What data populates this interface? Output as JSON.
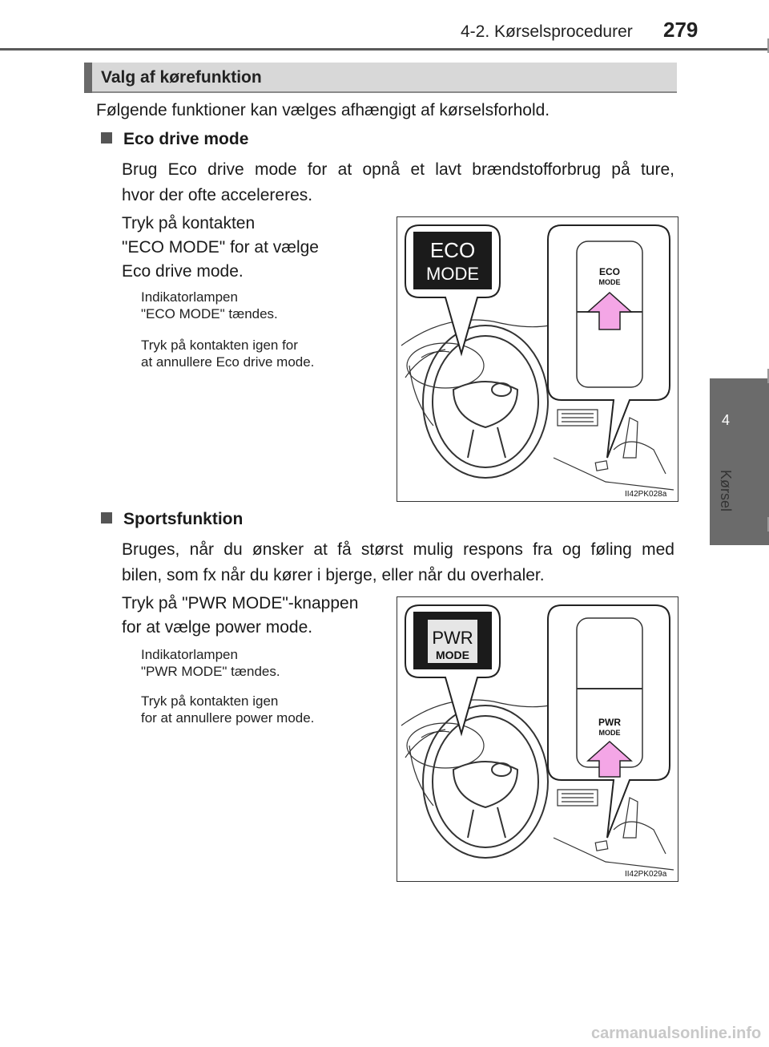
{
  "header": {
    "section": "4-2. Kørselsprocedurer",
    "page_number": "279"
  },
  "side_tab": {
    "number": "4",
    "label": "Kørsel"
  },
  "section_heading": "Valg af kørefunktion",
  "intro": "Følgende funktioner kan vælges afhængigt af kørselsforhold.",
  "eco": {
    "title": "Eco drive mode",
    "body_line1": "Brug Eco drive mode for at opnå et lavt brændstofforbrug på ture,",
    "body_line2": "hvor der ofte accelereres.",
    "instruction_line1": "Tryk på kontakten",
    "instruction_line2": "\"ECO MODE\" for at vælge",
    "instruction_line3": "Eco drive mode.",
    "note1_line1": "Indikatorlampen",
    "note1_line2": "\"ECO MODE\" tændes.",
    "note2_line1": "Tryk på kontakten igen for",
    "note2_line2": "at annullere Eco drive mode.",
    "figure": {
      "indicator_top": "ECO",
      "indicator_bottom": "MODE",
      "switch_top": "ECO",
      "switch_bottom": "MODE",
      "code": "II42PK028a"
    }
  },
  "sport": {
    "title": "Sportsfunktion",
    "body_line1": "Bruges, når du ønsker at få størst mulig respons fra og føling med",
    "body_line2": "bilen, som fx når du kører i bjerge, eller når du overhaler.",
    "instruction_line1": "Tryk på \"PWR MODE\"-knappen",
    "instruction_line2": "for at vælge power mode.",
    "note1_line1": "Indikatorlampen",
    "note1_line2": "\"PWR MODE\" tændes.",
    "note2_line1": "Tryk på kontakten igen",
    "note2_line2": "for at annullere power mode.",
    "figure": {
      "indicator_top": "PWR",
      "indicator_bottom": "MODE",
      "switch_top": "PWR",
      "switch_bottom": "MODE",
      "code": "II42PK029a"
    }
  },
  "colors": {
    "tab": "#6b6b6b",
    "heading_bg": "#d8d8d8",
    "arrow_pink": "#f4a6e6"
  },
  "watermark": "carmanualsonline.info"
}
